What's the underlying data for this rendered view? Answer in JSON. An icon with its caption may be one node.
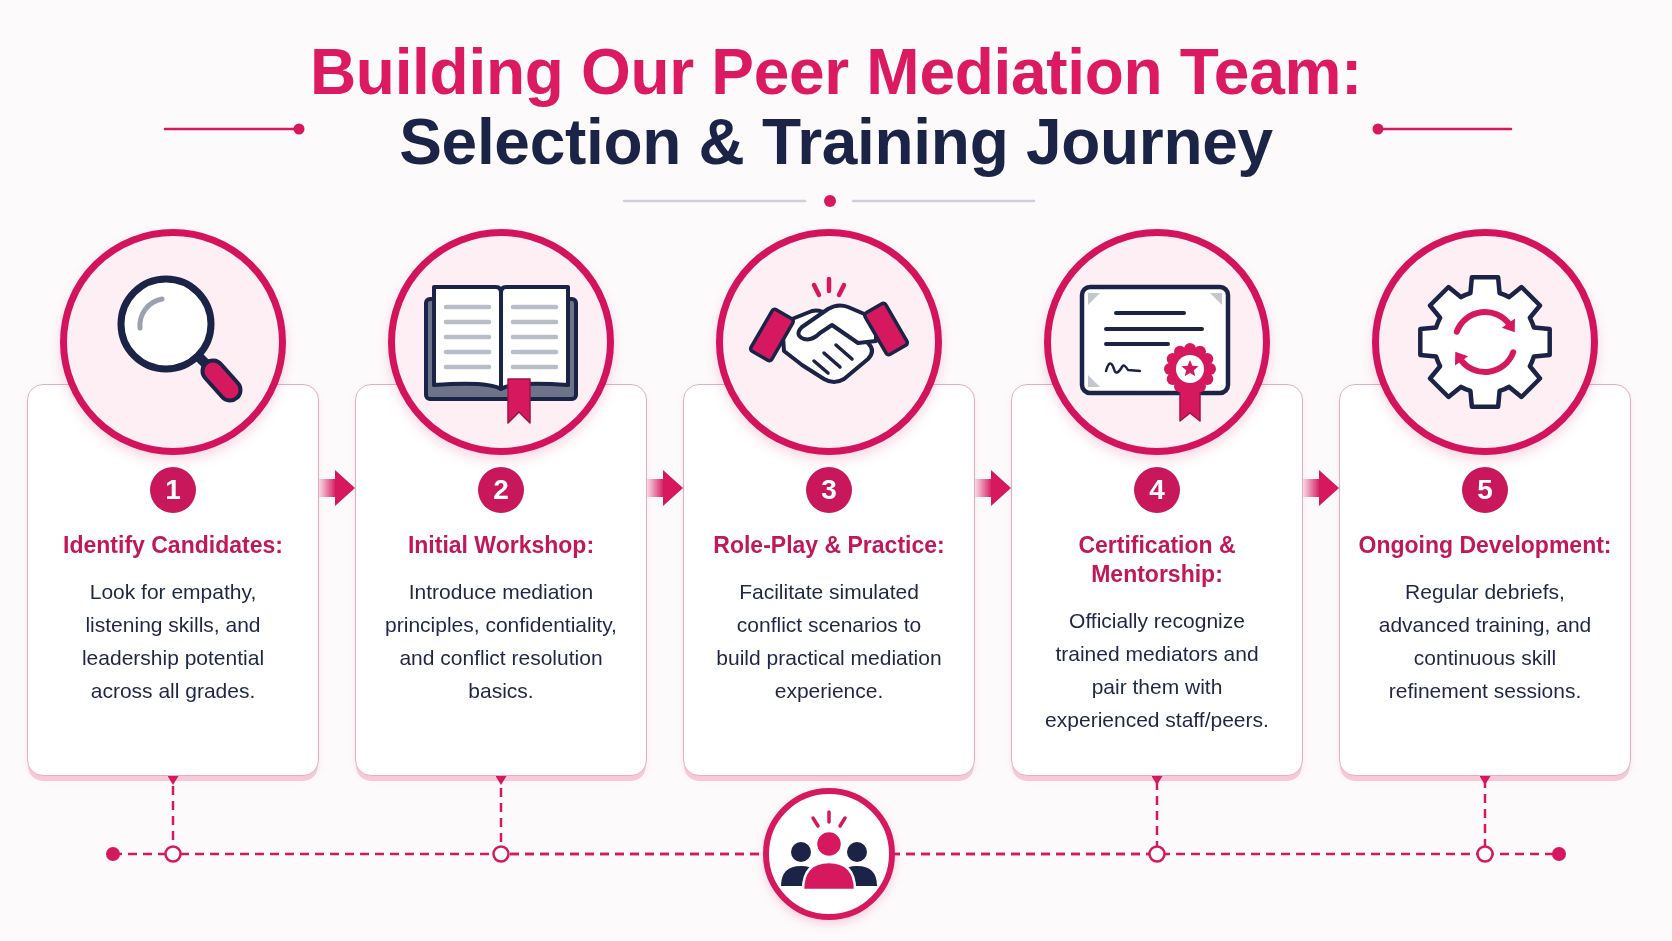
{
  "diagram": {
    "title": "Building Our Peer Mediation Team:",
    "nodes": [
      {
        "text": [
          "Identify Candidates:",
          "Look for empathy, listening skills, and leadership potential across all grades."
        ]
      },
      {
        "text": [
          "1"
        ],
        "in": 0
      },
      {
        "text": [
          "Initial Workshop:",
          "Introduce mediation principles, confidentiality, and conflict resolution basics."
        ]
      },
      {
        "text": [
          "2"
        ],
        "in": 2
      },
      {
        "text": [
          "Role-Play & Practice:",
          "Facilitate simulated conflict scenarios to build practical mediation experience."
        ]
      },
      {
        "text": [
          "3"
        ],
        "in": 4
      },
      {
        "text": [
          "Certification & Mentorship:",
          "Officially recognize trained mediators and pair them with experienced staff/peers."
        ]
      },
      {
        "text": [
          "4"
        ],
        "in": 6
      },
      {
        "text": [
          "Ongoing Development:",
          "Regular debriefs, advanced training, and continuous skill refinement sessions."
        ]
      },
      {
        "text": [
          "5"
        ],
        "in": 8
      },
      {
        "text": [],
        "shape": "circle"
      }
    ],
    "edges": [
      {
        "from": 0,
        "to": 2,
        "arrow": "to",
        "style": "thick"
      },
      {
        "from": 2,
        "to": 4,
        "arrow": "to",
        "style": "thick"
      },
      {
        "from": 4,
        "to": 6,
        "arrow": "to",
        "style": "thick"
      },
      {
        "from": 6,
        "to": 8,
        "arrow": "to",
        "style": "thick"
      },
      {
        "from": 0,
        "to": 10,
        "arrow": "other",
        "style": "dashed"
      },
      {
        "from": 2,
        "to": 10,
        "arrow": "other",
        "style": "dashed"
      },
      {
        "from": 6,
        "to": 10,
        "arrow": "other",
        "style": "dashed"
      },
      {
        "from": 8,
        "to": 10,
        "arrow": "other",
        "style": "dashed"
      }
    ],
    "labels": [
      "Selection & Training Journey"
    ]
  }
}
